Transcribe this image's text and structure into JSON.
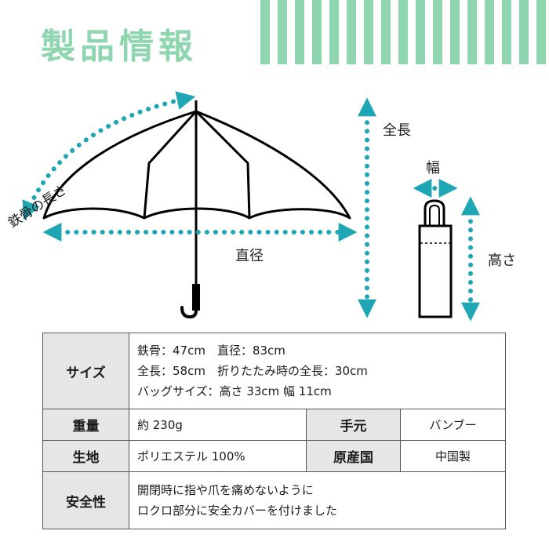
{
  "title": "製品情報",
  "diagram": {
    "label_rib_length": "鉄骨の長さ",
    "label_diameter": "直径",
    "label_total_length": "全長",
    "label_width": "幅",
    "label_height": "高さ",
    "accent_color": "#1ea6b4"
  },
  "specs": {
    "size_header": "サイズ",
    "size_lines": [
      "鉄骨：47cm　直径：83cm",
      "全長：58cm　折りたたみ時の全長：30cm",
      "バッグサイズ：高さ 33cm 幅 11cm"
    ],
    "weight_header": "重量",
    "weight_value": "約 230g",
    "handle_header": "手元",
    "handle_value": "バンブー",
    "fabric_header": "生地",
    "fabric_value": "ポリエステル 100%",
    "origin_header": "原産国",
    "origin_value": "中国製",
    "safety_header": "安全性",
    "safety_lines": [
      "開閉時に指や爪を痛めないように",
      "ロクロ部分に安全カバーを付けました"
    ]
  }
}
